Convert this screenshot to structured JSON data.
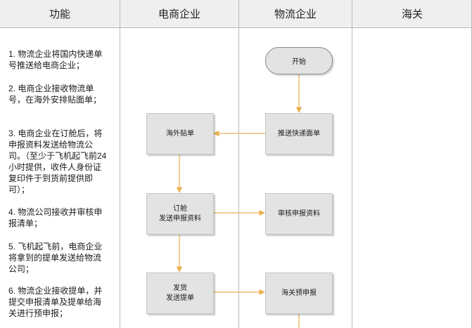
{
  "lanes": {
    "function": "功能",
    "ecommerce": "电商企业",
    "logistics": "物流企业",
    "customs": "海关"
  },
  "steps": [
    "1. 物流企业将国内快递单号推送给电商企业；",
    "2. 电商企业接收物流单号，在海外安排贴面单；",
    "3. 电商企业在订舱后，将申报资料发送给物流公司。（至少于飞机起飞前24小时提供，收件人身份证复印件于到货前提供即可）；",
    "4. 物流公司接收并审核申报清单；",
    "5. 飞机起飞前，电商企业将拿到的提单发送给物流公司；",
    "6. 物流企业接收提单，并提交申报清单及提单给海关进行预申报；"
  ],
  "nodes": {
    "start": "开始",
    "push_waybill": "推送快递面单",
    "overseas_label": "海外贴单",
    "booking_send": "订舱\n发送申报资料",
    "review_docs": "审核申报资料",
    "ship_send": "发货\n发送提单",
    "customs_predeclare": "海关预申报"
  },
  "colors": {
    "header_bg": "#efefef",
    "node_fill": "#e3e3e3",
    "arrow": "#e8b04a",
    "grid": "#b9b9b9"
  }
}
